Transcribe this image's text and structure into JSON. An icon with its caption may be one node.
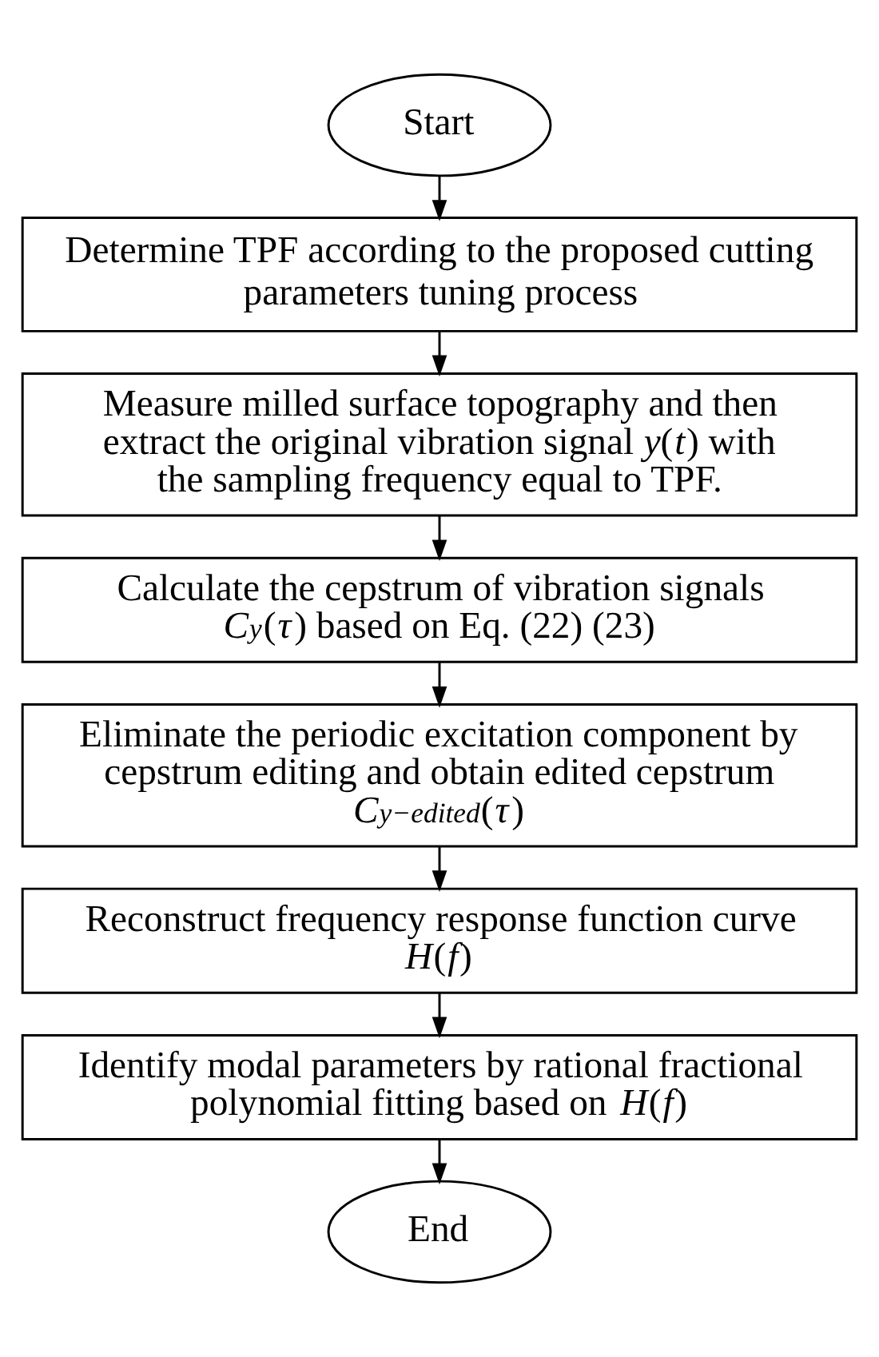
{
  "diagram": {
    "nodes": [
      {
        "text": [
          "Start"
        ]
      },
      {
        "text": [
          "Determine TPF according to the proposed cutting parameters tuning process"
        ]
      },
      {
        "text": [
          "Measure milled surface topography and then extract the original vibration signal *y*(*t*) with the sampling frequency equal to TPF."
        ]
      },
      {
        "text": [
          "Calculate the cepstrum of vibration signals *C*$_{y}$(*τ*) based on Eq. (22) (23)"
        ]
      },
      {
        "text": [
          "Eliminate the periodic excitation component by cepstrum editing and obtain edited cepstrum *C*$_{y−edited}$(*τ*)"
        ]
      },
      {
        "text": [
          "Reconstruct frequency response function curve *H*(*f*)"
        ]
      },
      {
        "text": [
          "Identify modal parameters by rational fractional polynomial fitting based on *H*(*f*)"
        ]
      },
      {
        "text": [
          "End"
        ]
      }
    ],
    "edges": [
      {
        "from": 0,
        "to": 1,
        "arrow": "to"
      },
      {
        "from": 1,
        "to": 2,
        "arrow": "to"
      },
      {
        "from": 2,
        "to": 3,
        "arrow": "to"
      },
      {
        "from": 3,
        "to": 4,
        "arrow": "to"
      },
      {
        "from": 4,
        "to": 5,
        "arrow": "to"
      },
      {
        "from": 5,
        "to": 6,
        "arrow": "to"
      },
      {
        "from": 6,
        "to": 7,
        "arrow": "to"
      }
    ]
  }
}
